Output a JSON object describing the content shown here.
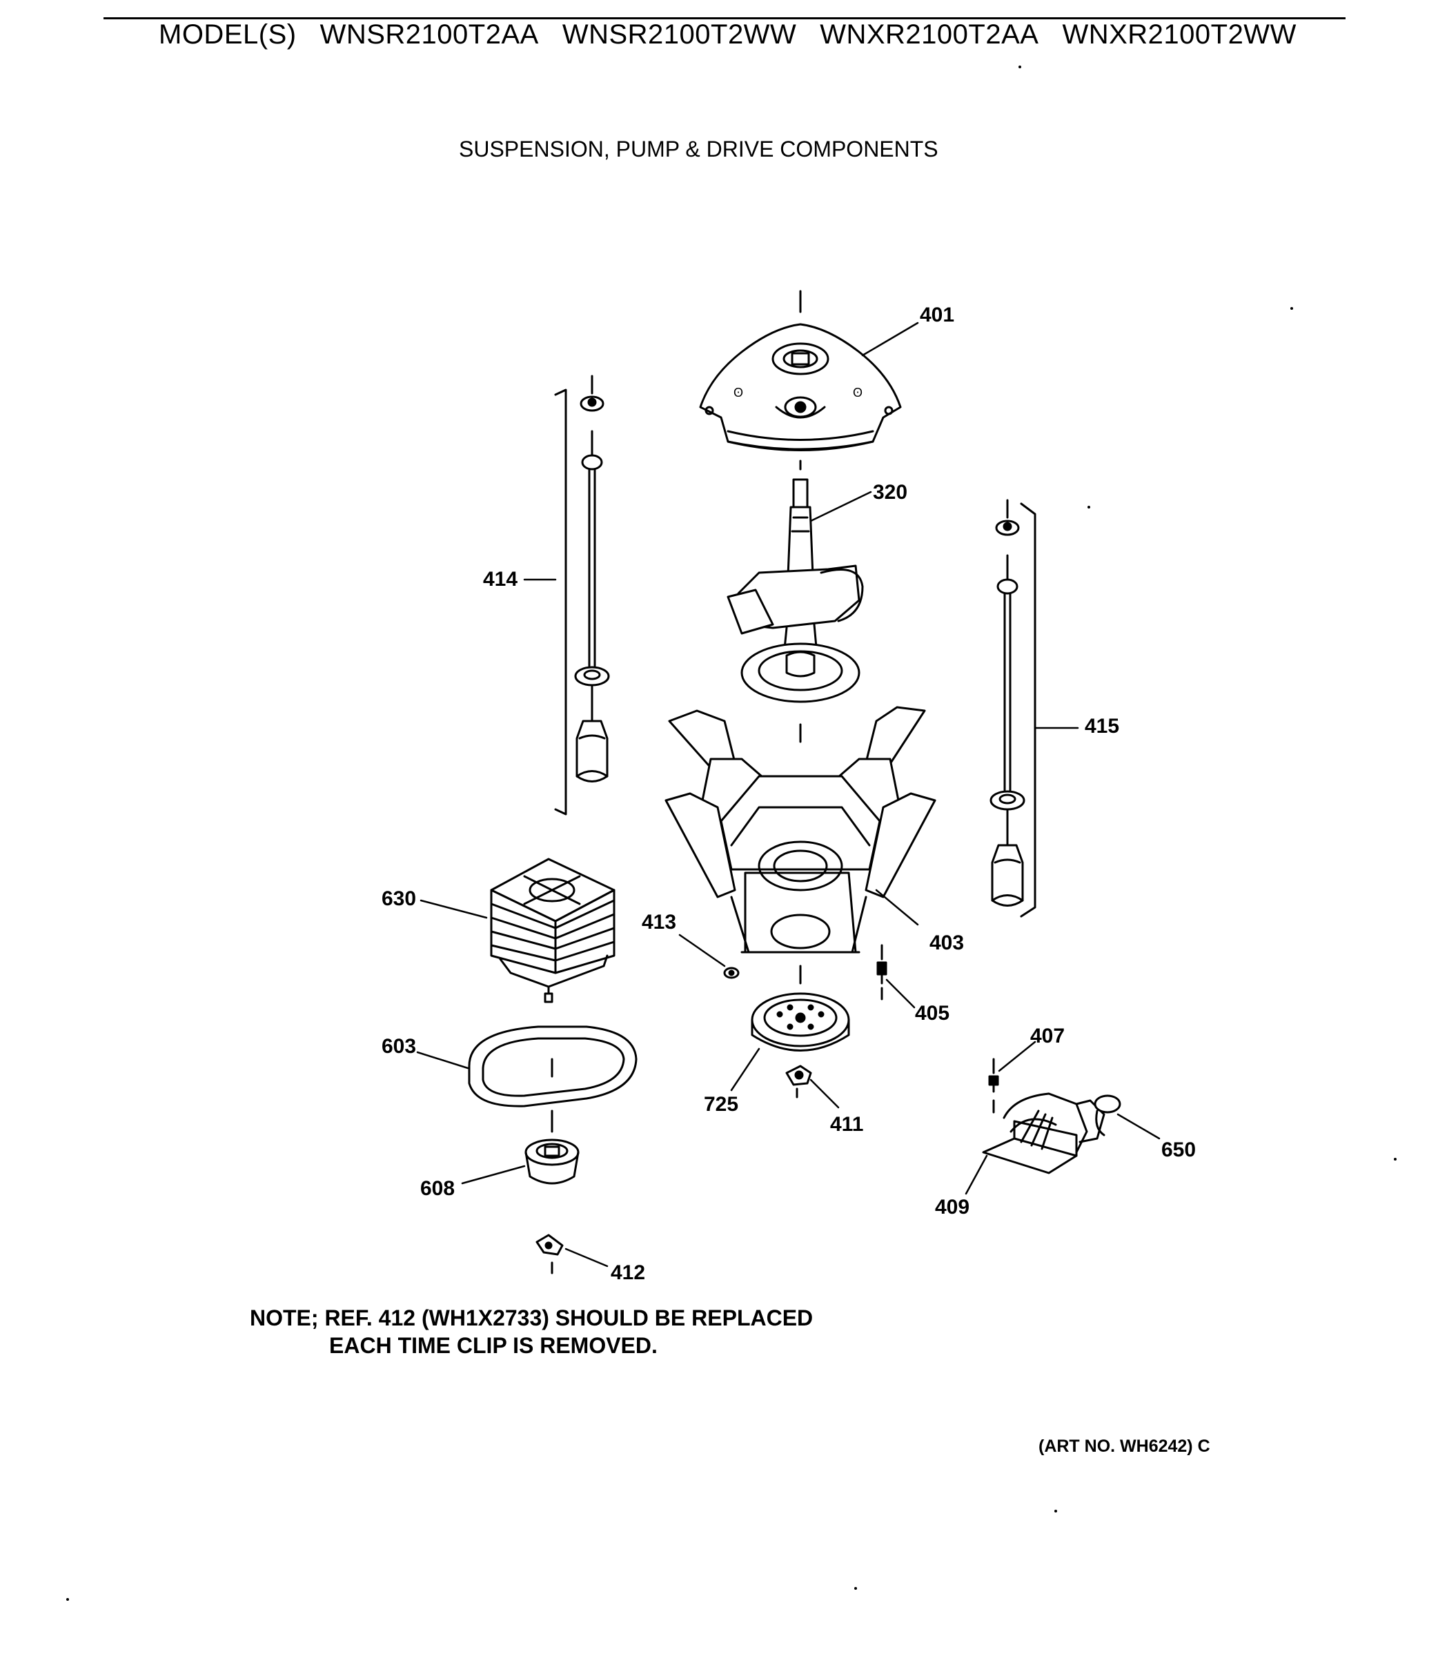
{
  "header": {
    "prefix": "MODEL(S)",
    "models": [
      "WNSR2100T2AA",
      "WNSR2100T2WW",
      "WNXR2100T2AA",
      "WNXR2100T2WW"
    ]
  },
  "subtitle": "SUSPENSION, PUMP & DRIVE COMPONENTS",
  "callouts": {
    "c401": "401",
    "c320": "320",
    "c414": "414",
    "c415": "415",
    "c630": "630",
    "c413": "413",
    "c403": "403",
    "c405": "405",
    "c407": "407",
    "c603": "603",
    "c725": "725",
    "c411": "411",
    "c650": "650",
    "c608": "608",
    "c409": "409",
    "c412": "412"
  },
  "note": {
    "line1": "NOTE; REF. 412 (WH1X2733) SHOULD BE REPLACED",
    "line2": "EACH TIME CLIP IS REMOVED."
  },
  "art_no": "(ART NO. WH6242) C"
}
